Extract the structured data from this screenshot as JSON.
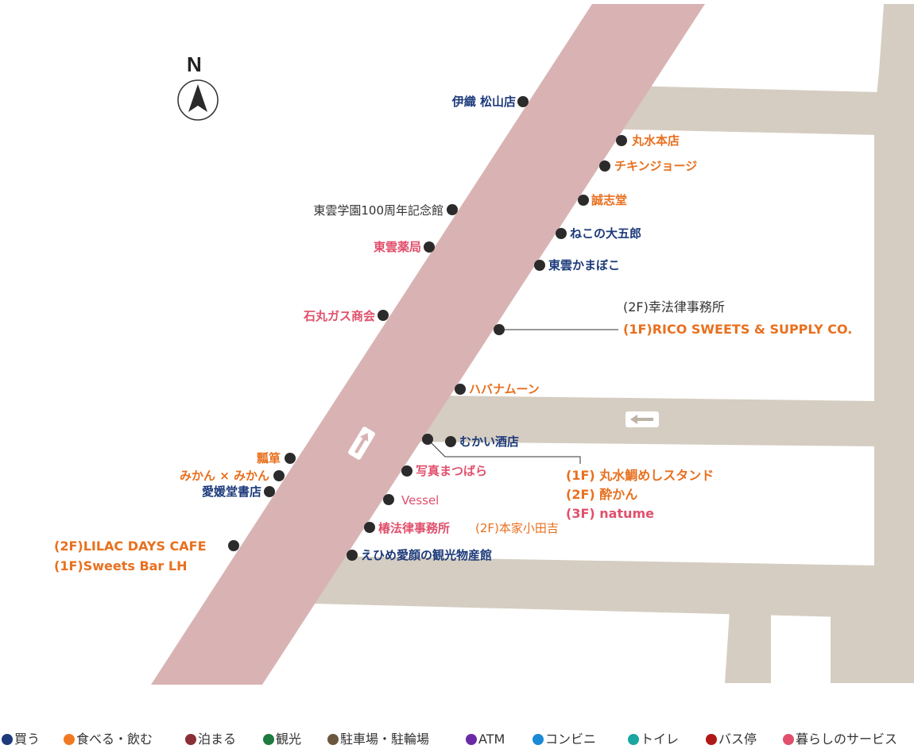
{
  "compass": {
    "label": "N"
  },
  "places": {
    "iori": "伊織 松山店",
    "marumizu": "丸水本店",
    "chicken_george": "チキンジョージ",
    "seishido": "誠志堂",
    "neko_daigoro": "ねこの大五郎",
    "shinonome_kamaboko": "東雲かまぼこ",
    "shinonome_gakuen": "東雲学園100周年記念館",
    "shinonome_yakkyoku": "東雲薬局",
    "ishimaru_gas": "石丸ガス商会",
    "rico_2f": "(2F)幸法律事務所",
    "rico_1f": "(1F)RICO SWEETS & SUPPLY CO.",
    "havana_moon": "ハバナムーン",
    "mukai_saketen": "むかい酒店",
    "hyotan": "瓢箪",
    "mikan": "みかん × みかん",
    "aienkan": "愛媛堂書店",
    "shashin": "写真まつばら",
    "multi_1f": "(1F) 丸水鯛めしスタンド",
    "multi_2f": "(2F) 酔かん",
    "multi_3f": "(3F) natume",
    "vessel": "Vessel",
    "tsubaki": "椿法律事務所",
    "odayoshi": "(2F)本家小田吉",
    "ehime_aigan": "えひめ愛顔の観光物産館",
    "lilac": "(2F)LILAC DAYS CAFE",
    "sweets_bar": "(1F)Sweets Bar LH"
  },
  "legend": [
    {
      "label": "買う",
      "color": "#1d3a7a"
    },
    {
      "label": "食べる・飲む",
      "color": "#f07a21"
    },
    {
      "label": "泊まる",
      "color": "#8a2f35"
    },
    {
      "label": "観光",
      "color": "#1e7a3e"
    },
    {
      "label": "駐車場・駐輪場",
      "color": "#6b5640"
    },
    {
      "label": "ATM",
      "color": "#6a2aa8"
    },
    {
      "label": "コンビニ",
      "color": "#1a8ad6"
    },
    {
      "label": "トイレ",
      "color": "#1aa6a0"
    },
    {
      "label": "バス停",
      "color": "#b01818"
    },
    {
      "label": "暮らしのサービス",
      "color": "#e0506c"
    }
  ],
  "colors": {
    "main_road": "#d9b3b3",
    "side_road": "#d5cdc1",
    "shop": "#1d3a7a",
    "food": "#e8701f",
    "service": "#e0506c"
  }
}
